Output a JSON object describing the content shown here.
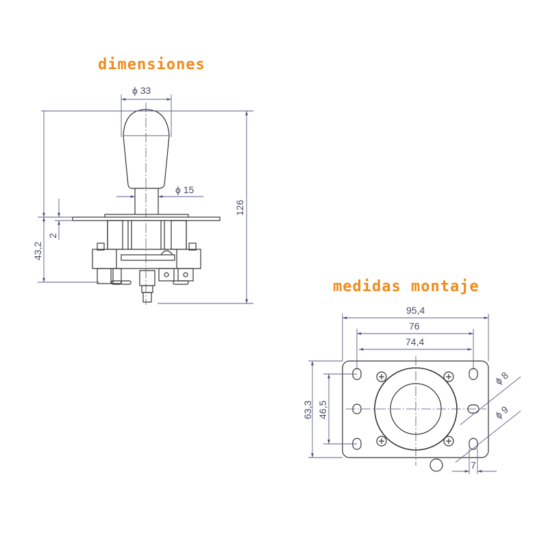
{
  "titles": {
    "dimensions": "dimensiones",
    "mounting": "medidas montaje"
  },
  "colors": {
    "title": "#f08a1c",
    "dimension_line": "#5a5a8a",
    "part_line": "#333333"
  },
  "side_view": {
    "ball_diameter": "ϕ 33",
    "shaft_diameter": "ϕ 15",
    "total_height": "126",
    "below_plate_height": "43,2",
    "plate_thickness": "2"
  },
  "mount_view": {
    "outer_width": "95,4",
    "hole_spacing_outer": "76",
    "hole_spacing_inner": "74,4",
    "outer_height": "63,3",
    "hole_spacing_vertical": "46,5",
    "slot_diameter": "ϕ 8",
    "hole_diameter": "ϕ 9",
    "hole_offset": "7"
  }
}
